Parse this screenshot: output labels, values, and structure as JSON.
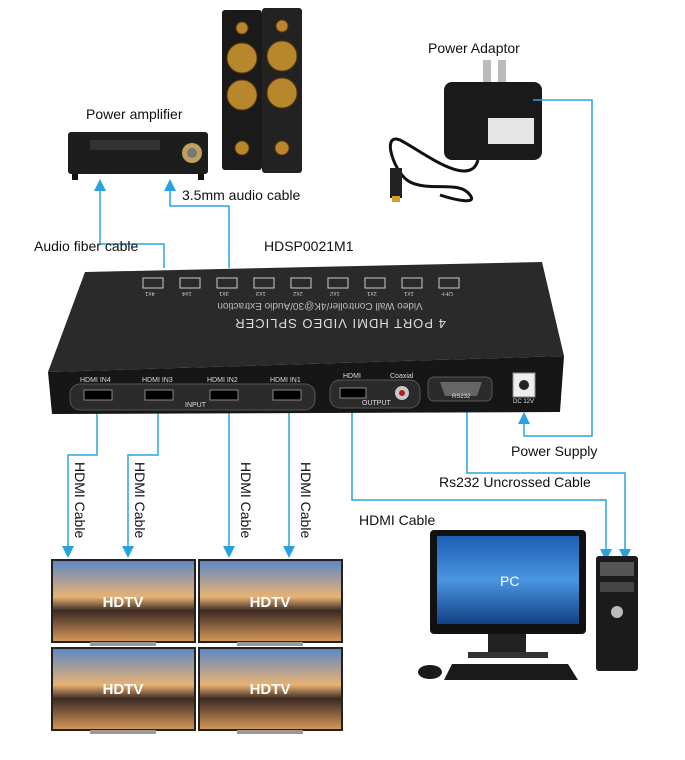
{
  "labels": {
    "power_adaptor": "Power Adaptor",
    "power_amplifier": "Power amplifier",
    "audio_cable": "3.5mm audio cable",
    "fiber_cable": "Audio fiber cable",
    "model": "HDSP0021M1",
    "power_supply": "Power Supply",
    "rs232_cable": "Rs232 Uncrossed Cable",
    "hdmi_cable_out": "HDMI Cable",
    "hdmi_cable_1": "HDMI Cable",
    "hdmi_cable_2": "HDMI Cable",
    "hdmi_cable_3": "HDMI Cable",
    "hdmi_cable_4": "HDMI Cable"
  },
  "device": {
    "title": "4 PORT HDMI VIDEO SPLICER",
    "subtitle": "Video Wall Controller/4K@30/Audio Extraction",
    "inputs": [
      "HDMI IN4",
      "HDMI IN3",
      "HDMI IN2",
      "HDMI IN1"
    ],
    "input_group": "INPUT",
    "output_hdmi": "HDMI",
    "output_coaxial": "Coaxial",
    "output_group": "OUTPUT",
    "rs232": "RS232",
    "dc": "DC 12V",
    "modes": [
      "4x1",
      "1x4",
      "3x1",
      "1x3",
      "2x2",
      "1x2",
      "2x1",
      "1x1",
      "OFF"
    ]
  },
  "screens": {
    "tv1": "HDTV",
    "tv2": "HDTV",
    "tv3": "HDTV",
    "tv4": "HDTV",
    "pc": "PC"
  },
  "colors": {
    "cable": "#29a3e0",
    "device": "#1c1c1c"
  }
}
